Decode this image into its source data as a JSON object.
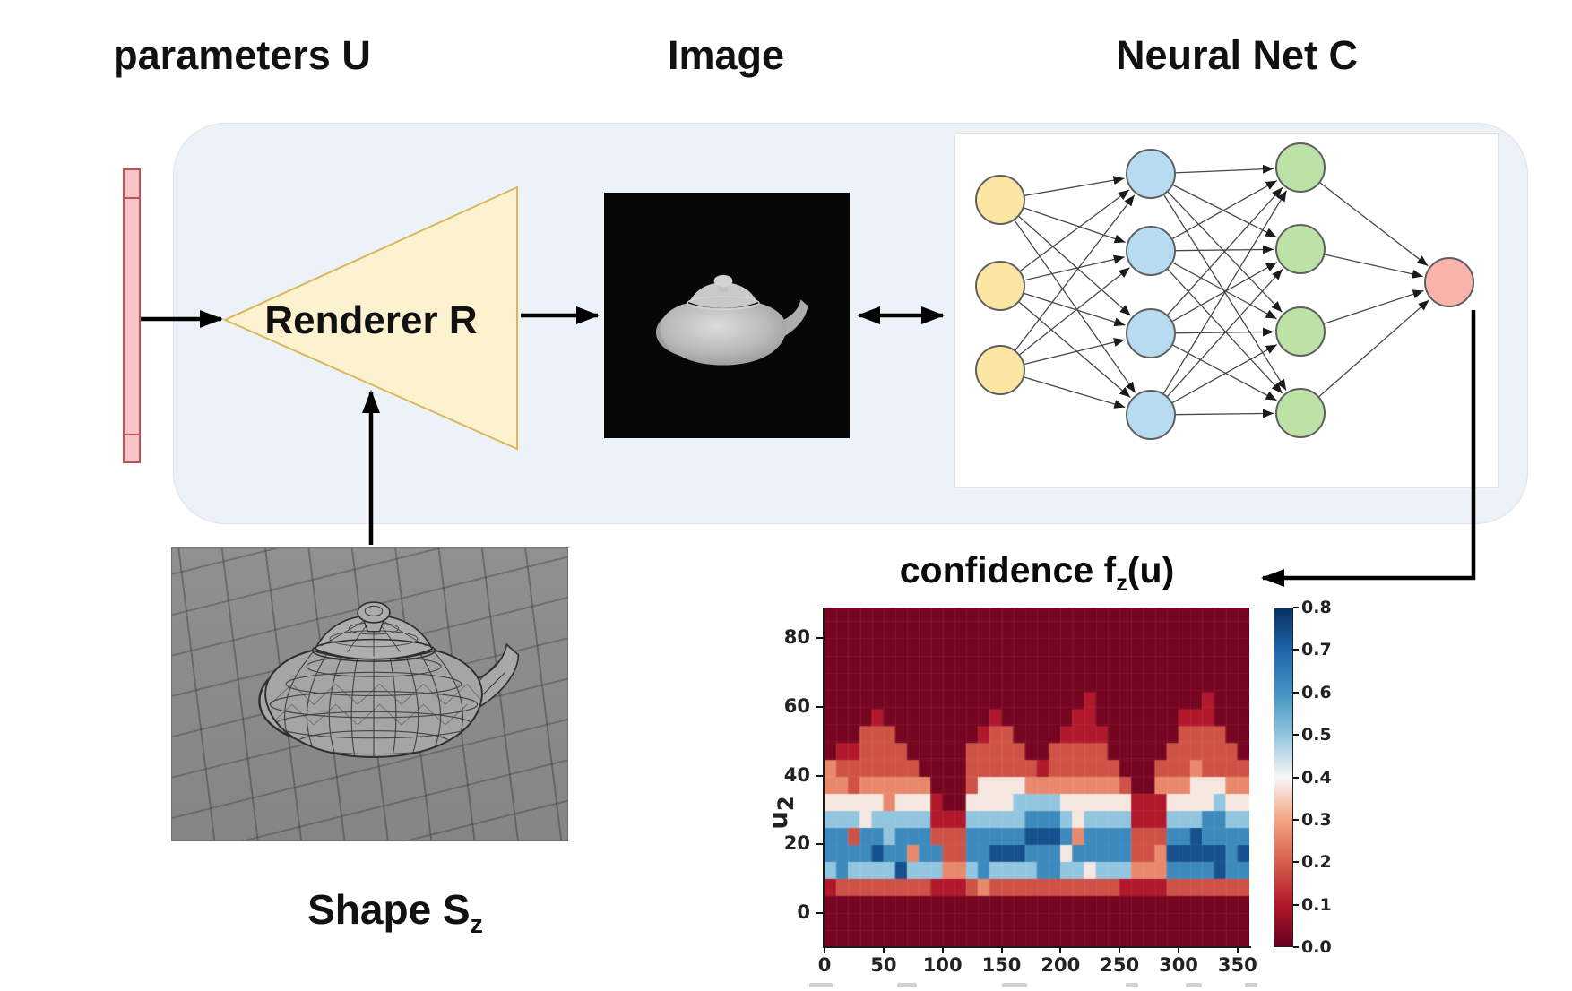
{
  "labels": {
    "parameters_u": "parameters U",
    "image": "Image",
    "neural_net": "Neural Net C",
    "renderer": "Renderer R",
    "shape_prefix": "Shape S",
    "shape_sub": "z",
    "title_prefix": "confidence f",
    "title_sub": "z",
    "title_suffix": "(u)",
    "ylabel_prefix": "u",
    "ylabel_sub": "2"
  },
  "colors": {
    "container_fill": "#edf2f8",
    "container_border": "#dbe3ee",
    "param_bar_fill": "#f6c3c6",
    "param_bar_border": "#c05058",
    "renderer_fill": "#fdf2cf",
    "renderer_border": "#d9b85c",
    "image_bg": "#070707",
    "wireframe_bg": "#8a8a8a",
    "node_input": "#fbe7a3",
    "node_hidden1": "#b7dcf2",
    "node_hidden2": "#bce2a6",
    "node_output": "#f9b3ab",
    "node_border": "#5f5f5f",
    "edge": "#474747",
    "arrow": "#000000"
  },
  "nn": {
    "radius": 27,
    "layers": [
      {
        "name": "input",
        "x": 50,
        "color_key": "node_input",
        "ys": [
          74,
          170,
          264
        ]
      },
      {
        "name": "hidden1",
        "x": 218,
        "color_key": "node_hidden1",
        "ys": [
          45,
          131,
          223,
          314
        ]
      },
      {
        "name": "hidden2",
        "x": 385,
        "color_key": "node_hidden2",
        "ys": [
          38,
          129,
          221,
          312
        ]
      },
      {
        "name": "output",
        "x": 551,
        "color_key": "node_output",
        "ys": [
          166
        ]
      }
    ]
  },
  "chart_data": {
    "type": "heatmap",
    "title": "confidence f_z(u)",
    "xlabel": "",
    "ylabel": "u_2",
    "x_range": [
      0,
      360
    ],
    "y_range": [
      -10,
      89
    ],
    "x_ticks": [
      0,
      50,
      100,
      150,
      200,
      250,
      300,
      350
    ],
    "y_ticks": [
      0,
      20,
      40,
      60,
      80
    ],
    "grid": true,
    "colormap": "RdBu",
    "colormap_stops": [
      "#67001f",
      "#b2182b",
      "#d6604d",
      "#f4a582",
      "#f7f7f7",
      "#92c5de",
      "#4393c3",
      "#2166ac",
      "#053061"
    ],
    "colorbar": {
      "min": 0.0,
      "max": 0.8,
      "ticks": [
        0.8,
        0.7,
        0.6,
        0.5,
        0.4,
        0.3,
        0.2,
        0.1,
        0.0
      ]
    },
    "grid_cols": 36,
    "cell_x_size": 10,
    "cell_y_size": 4.95,
    "value_levels": {
      "0": 0.02,
      "1": 0.1,
      "2": 0.18,
      "3": 0.26,
      "4": 0.38,
      "5": 0.5,
      "6": 0.62,
      "7": 0.74
    },
    "rows_top_to_bottom": [
      "000000000000000000000000000000000000",
      "000000000000000000000000000000000000",
      "000000000000000000000000000000000000",
      "000000000000000000000000000000000000",
      "000000000000000000000000000000000000",
      "000000000000000000000010000000001000",
      "000010000000001000000110000000111000",
      "000222000000012200001111000000222200",
      "011222200000222220022222000002222220",
      "322222220000222222122222200022232222",
      "332333333000244443333333320033344433",
      "444443444100444455554444441114444544",
      "555455555111555556665455551115556655",
      "662665666222666667776366662226676666",
      "666676636622667776664666662237777767",
      "565555755533565555665545553336666766",
      "122222222111232222222222211112222222",
      "000000000000000000000000000000000000",
      "000000000000000000000000000000000000",
      "000000000000000000000000000000000000"
    ]
  }
}
